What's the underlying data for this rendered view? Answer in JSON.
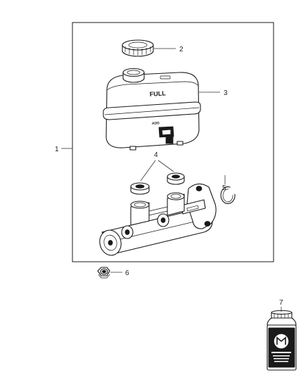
{
  "callouts": {
    "c1": "1",
    "c2": "2",
    "c3": "3",
    "c4": "4",
    "c5": "5",
    "c6": "6",
    "c7": "7"
  },
  "parts": {
    "reservoir_fill_mark": "FULL",
    "reservoir_add_mark": "ADD"
  },
  "colors": {
    "line": "#1a1a1a",
    "background": "#ffffff"
  }
}
